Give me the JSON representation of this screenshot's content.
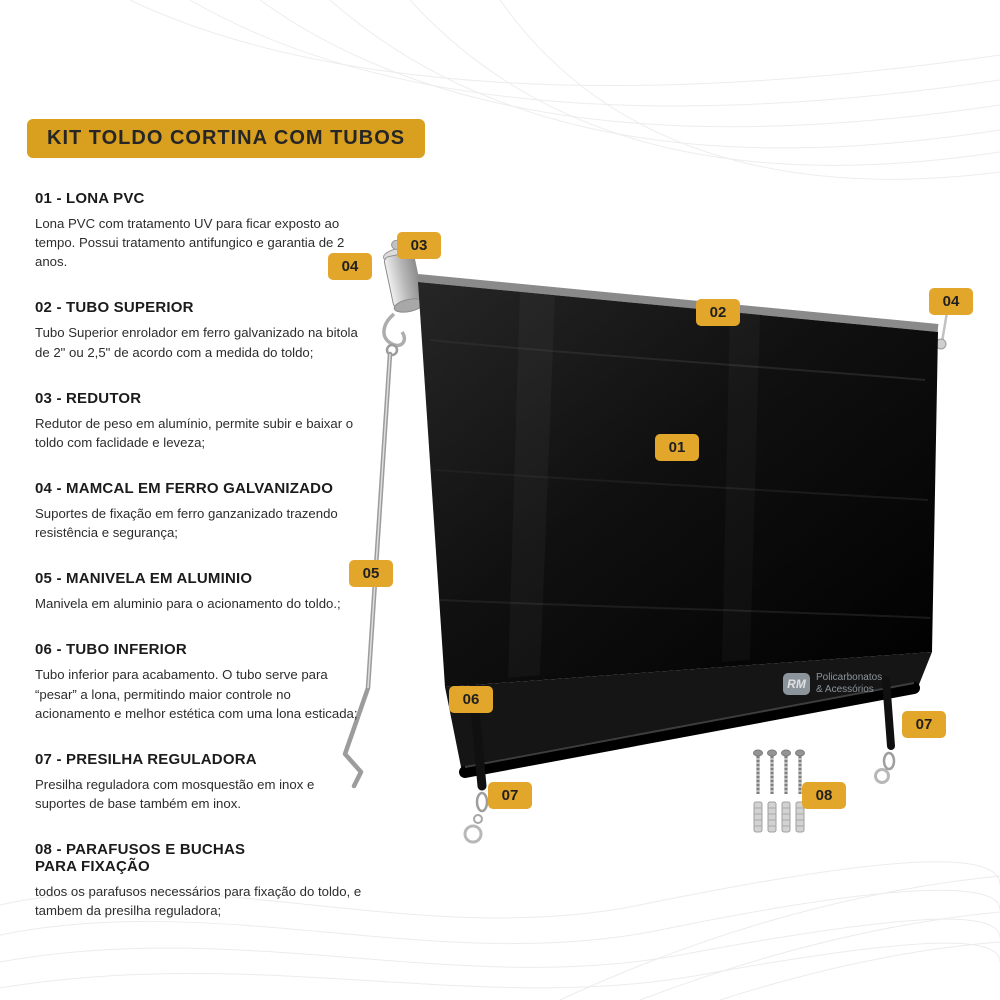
{
  "title": "KIT TOLDO CORTINA COM TUBOS",
  "items": [
    {
      "heading": "01 - LONA PVC",
      "description": "Lona PVC com tratamento UV para ficar exposto ao tempo. Possui tratamento antifungico e garantia de 2 anos."
    },
    {
      "heading": "02 - TUBO SUPERIOR",
      "description": "Tubo Superior enrolador em ferro galvanizado na bitola de 2\" ou 2,5\" de acordo com a medida do toldo;"
    },
    {
      "heading": "03 - REDUTOR",
      "description": "Redutor de peso em alumínio, permite subir e baixar o toldo com faclidade e leveza;"
    },
    {
      "heading": "04 - MAMCAL  EM FERRO GALVANIZADO",
      "description": "Suportes de fixação em ferro ganzanizado trazendo resistência e segurança;"
    },
    {
      "heading": "05 - MANIVELA EM ALUMINIO",
      "description": "Manivela em aluminio para o acionamento do toldo.;"
    },
    {
      "heading": "06 - TUBO INFERIOR",
      "description": "Tubo inferior para acabamento. O tubo serve para “pesar” a lona, permitindo maior controle no acionamento e melhor estética com uma lona esticada;"
    },
    {
      "heading": "07 - PRESILHA REGULADORA",
      "description": "Presilha reguladora com mosquestão em inox e suportes de base também em inox."
    },
    {
      "heading": "08 - PARAFUSOS E BUCHAS\nPARA FIXAÇÃO",
      "description": "todos os parafusos necessários para fixação do toldo, e tambem da presilha reguladora;"
    }
  ],
  "diagram": {
    "badges": {
      "b01": "01",
      "b02": "02",
      "b03": "03",
      "b04": "04",
      "b05": "05",
      "b06": "06",
      "b07": "07",
      "b08": "08"
    }
  },
  "watermark": {
    "initials": "RM",
    "line1": "Policarbonatos",
    "line2": "& Acessórios"
  },
  "colors": {
    "badge_bg": "#E2A62B",
    "title_bg": "#D9A01F",
    "badge_text": "#1F1F1F"
  }
}
